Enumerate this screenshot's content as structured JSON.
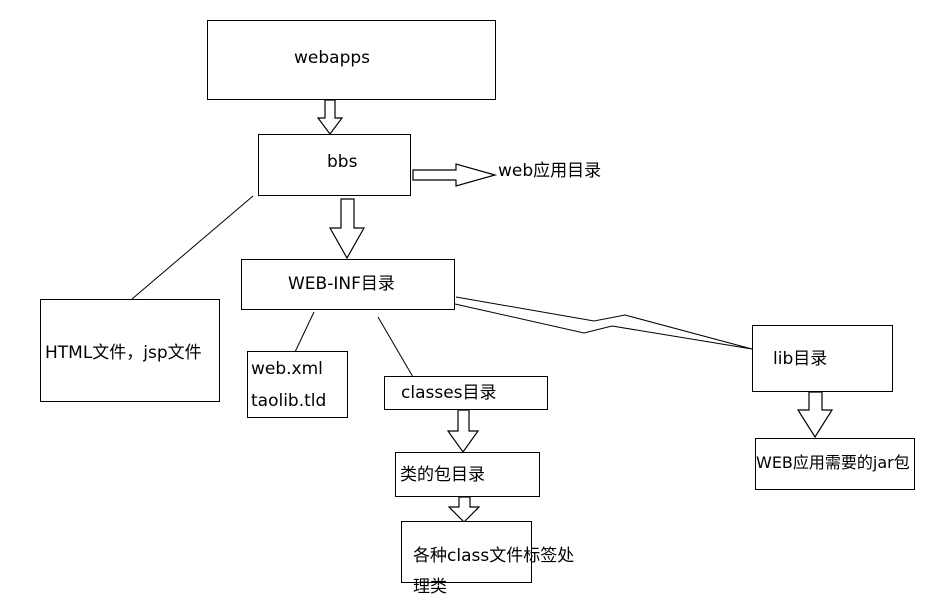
{
  "nodes": {
    "webapps": "webapps",
    "bbs": "bbs",
    "web_app_dir": "web应用目录",
    "web_inf": "WEB-INF目录",
    "html_jsp": "HTML文件，jsp文件",
    "web_xml": "web.xml",
    "taolib": "taolib.tld",
    "classes": "classes目录",
    "lib": "lib目录",
    "jar": "WEB应用需要的jar包",
    "package": "类的包目录",
    "class_files_line1": "各种class文件标签处",
    "class_files_line2": "理类"
  }
}
